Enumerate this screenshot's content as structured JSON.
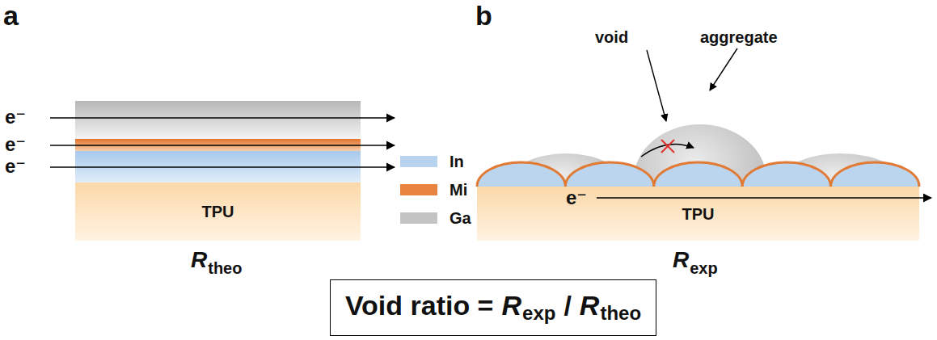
{
  "diagram": {
    "nodes": [
      {
        "text": [
          "TPU"
        ]
      },
      {
        "text": [
          "TPU"
        ]
      },
      {
        "text": [
          "Void ratio =",
          "R",
          "exp",
          "/",
          "R",
          "theo"
        ]
      }
    ],
    "labels": [
      "a",
      "b",
      "e⁻",
      "e⁻",
      "e⁻",
      "e⁻",
      "void",
      "aggregate",
      "R",
      "theo",
      "R",
      "exp"
    ],
    "legend": [
      {
        "text": "In",
        "color": "#b7d3ef"
      },
      {
        "text": "Mi",
        "color": "#e8843f"
      },
      {
        "text": "Ga",
        "color": "#c4c4c4"
      }
    ]
  }
}
